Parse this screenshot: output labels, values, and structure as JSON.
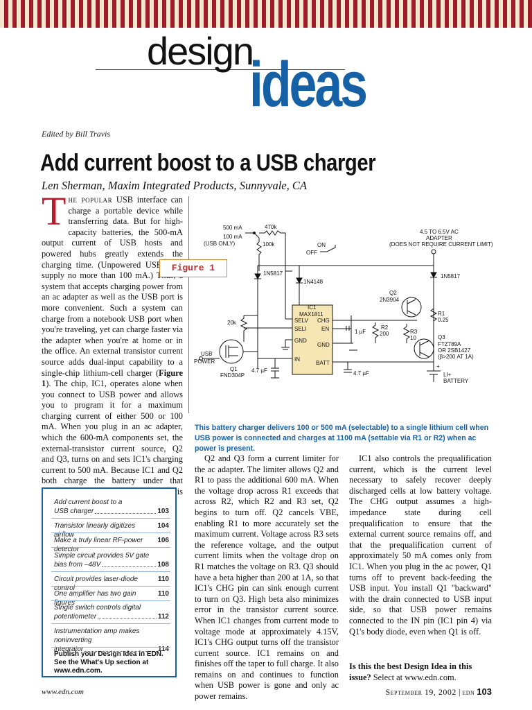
{
  "masthead": {
    "design": "design",
    "ideas": "ideas"
  },
  "edited_by": "Edited by Bill Travis",
  "title": "Add current boost to a USB charger",
  "authors": "Len Sherman, Maxim Integrated Products, Sunnyvale, CA",
  "dropcap": "T",
  "col1": {
    "lead_smallcaps": "he popular",
    "p1": "USB interface can charge a portable device while transferring data. But for high-capacity batteries, the 500-mA output current of USB hosts and powered hubs greatly extends the charging time. (Unpowered USB hubs supply no more than 100 mA.) Thus, a system that accepts charging power from an ac adapter as well as the USB port is more convenient. Such a system can charge from a notebook USB port when you're traveling, yet can charge faster via the adapter when you're at home or in the office. An external transistor current source adds dual-input capability to a single-chip lithium-cell charger (",
    "fig_ref": "Figure 1",
    "p2": "). The chip, IC1, operates alone when you connect to USB power and allows you to program it for a maximum charging current of either 500 or 100 mA. When you plug in an ac adapter, which the 600-mA components set, the external-transistor current source, Q2 and Q3, turns on and sets IC1's charging current to 500 mA. Because IC1 and Q2 both charge the battery under that condition, the total charging current is 1100 mA."
  },
  "figure": {
    "label": "Figure 1",
    "caption": "This battery charger delivers 100 or 500 mA (selectable) to a single lithium cell when USB power is connected and charges at 1100 mA (settable via R1 or R2) when ac power is present.",
    "labels": {
      "sw_500": "500 mA",
      "sw_100": "100 mA",
      "sw_usb": "(USB ONLY)",
      "r470": "470k",
      "r100": "100k",
      "on": "ON",
      "off": "OFF",
      "adapter1": "4.5 TO 6.5V AC",
      "adapter2": "ADAPTER",
      "adapter3": "(DOES NOT REQUIRE CURRENT LIMIT)",
      "d1": "1N5817",
      "d2": "1N4148",
      "d3": "1N5817",
      "ic_name": "IC1",
      "ic_part": "MAX1811",
      "pin_selv": "SELV",
      "pin_seli": "SELI",
      "pin_gnd1": "GND",
      "pin_in": "IN",
      "pin_chg": "CHG",
      "pin_en": "EN",
      "pin_gnd2": "GND",
      "pin_batt": "BATT",
      "r20k": "20k",
      "c1uf": "1 µF",
      "r2": "R2",
      "r2v": "200",
      "r3": "R3",
      "r3v": "10",
      "q2": "Q2",
      "q2p": "2N3904",
      "r1": "R1",
      "r1v": "0.25",
      "q3": "Q3",
      "q3p1": "FTZ789A",
      "q3p2": "OR 2SB1427",
      "q3p3": "(β>200 AT 1A)",
      "usb1": "USB",
      "usb2": "POWER",
      "q1": "Q1",
      "q1p": "FND304P",
      "c47a": "4.7 µF",
      "c47b": "4.7 µF",
      "liplus": "LI+",
      "battery": "BATTERY",
      "plus": "+"
    }
  },
  "col2": "Q2 and Q3 form a current limiter for the ac adapter. The limiter allows Q2 and R1 to pass the additional 600 mA. When the voltage drop across R1 exceeds that across R2, which R2 and R3 set, Q2 begins to turn off. Q2 cancels VBE, enabling R1 to more accurately set the maximum current. Voltage across R3 sets the reference voltage, and the output current limits when the voltage drop on R1 matches the voltage on R3. Q3 should have a beta higher than 200 at 1A, so that IC1's CHG pin can sink enough current to turn on Q3. High beta also minimizes error in the transistor current source. When IC1 changes from current mode to voltage mode at approximately 4.15V, IC1's CHG output turns off the transistor current source. IC1 remains on and finishes off the taper to full charge. It also remains on and continues to function when USB power is gone and only ac power remains.",
  "col3": "IC1 also controls the prequalification current, which is the current level necessary to safely recover deeply discharged cells at low battery voltage. The CHG output assumes a high-impedance state during cell prequalification to ensure that the external current source remains off, and that the prequalification current of approximately 50 mA comes only from IC1. When you plug in the ac power, Q1 turns off to prevent back-feeding the USB input. You install Q1 \"backward\" with the drain connected to USB input side, so that USB power remains connected to the IN pin (IC1 pin 4) via Q1's body diode, even when Q1 is off.",
  "best": {
    "q": "Is this the best Design Idea in this issue?",
    "a": " Select at www.edn.com."
  },
  "toc": {
    "items": [
      {
        "l1": "Add current boost to a",
        "l2": "USB charger",
        "pg": "103"
      },
      {
        "l1": "Transistor linearly digitizes airflow",
        "pg": "104"
      },
      {
        "l1": "Make a truly linear RF-power detector",
        "pg": "106"
      },
      {
        "l1": "Simple circuit provides 5V gate",
        "l2": "bias from –48V",
        "pg": "108"
      },
      {
        "l1": "Circuit provides laser-diode control",
        "pg": "110"
      },
      {
        "l1": "One amplifier has two gain figures",
        "pg": "110"
      },
      {
        "l1": "Single switch controls digital",
        "l2": "potentiometer",
        "pg": "112"
      },
      {
        "l1": "Instrumentation amp makes noninverting",
        "l2": "integrator",
        "pg": "114"
      }
    ],
    "footer": "Publish your Design Idea in EDN. See the What's Up section at www.edn.com."
  },
  "footer": {
    "url": "www.edn.com",
    "date": "September 19, 2002",
    "sep": " | ",
    "mag": "edn",
    "page": "103"
  }
}
